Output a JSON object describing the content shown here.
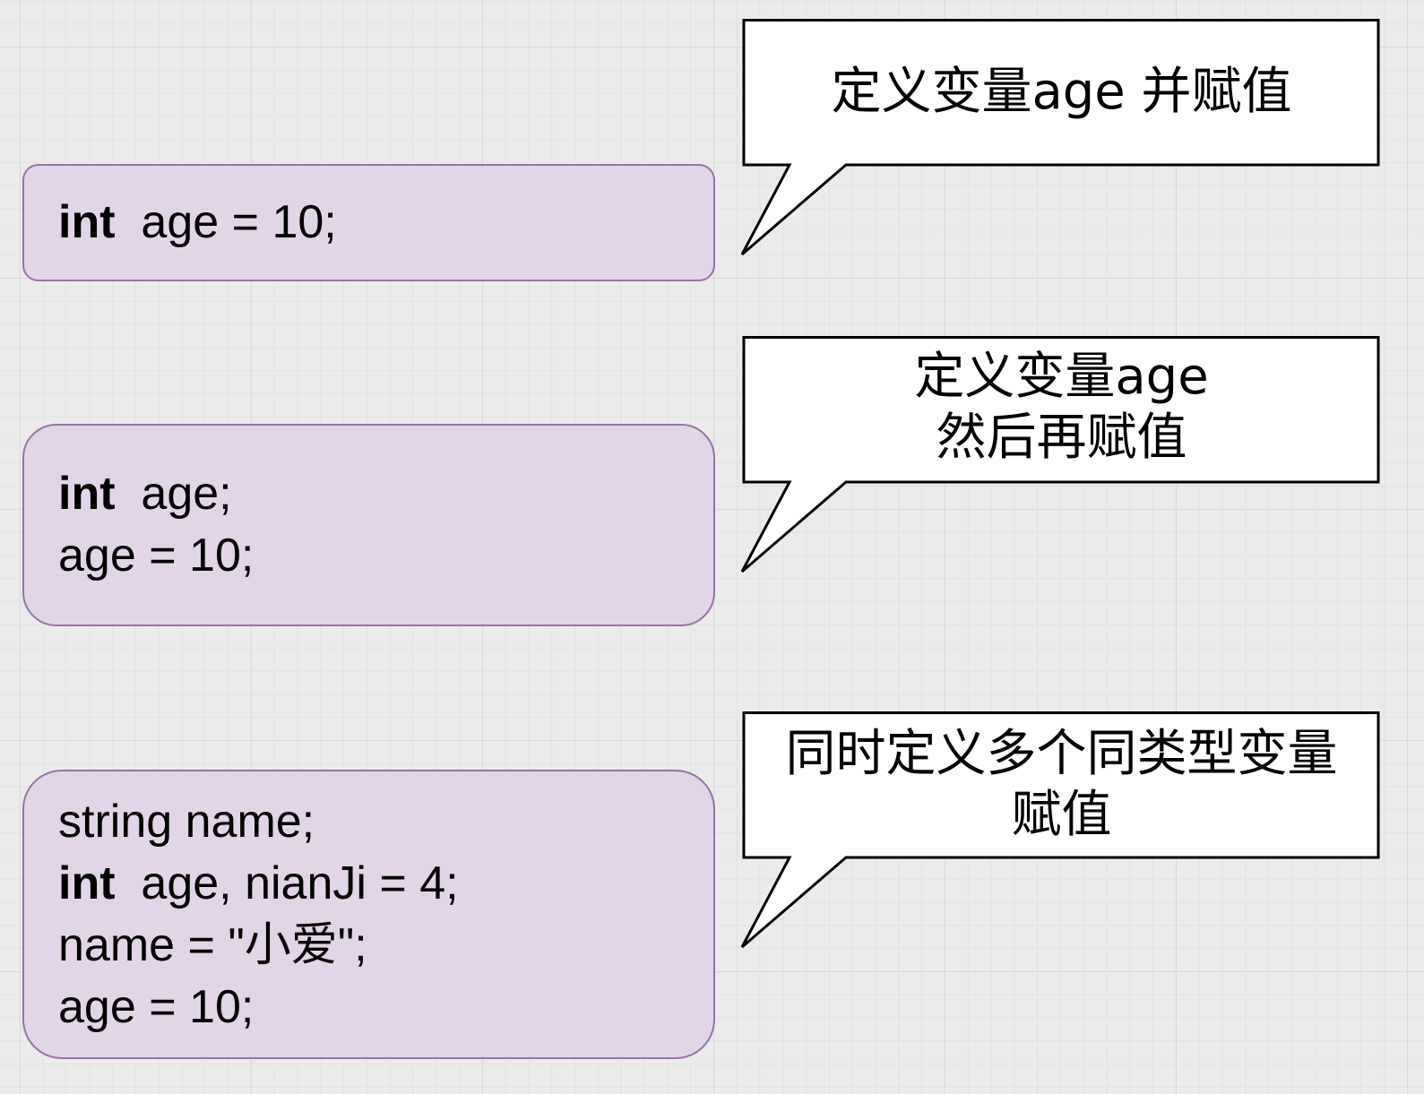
{
  "code_blocks": [
    {
      "lines": [
        {
          "keyword": "int",
          "text": "  age = 10;"
        }
      ]
    },
    {
      "lines": [
        {
          "keyword": "int",
          "text": "  age;"
        },
        {
          "keyword": "",
          "text": "age = 10;"
        }
      ]
    },
    {
      "lines": [
        {
          "keyword": "",
          "text": "string name;"
        },
        {
          "keyword": "int",
          "text": "  age, nianJi = 4;"
        },
        {
          "keyword": "",
          "text": "name = \"小爱\";"
        },
        {
          "keyword": "",
          "text": "age = 10;"
        }
      ]
    }
  ],
  "callouts": [
    {
      "lines": [
        "定义变量age 并赋值"
      ]
    },
    {
      "lines": [
        "定义变量age",
        "然后再赋值"
      ]
    },
    {
      "lines": [
        "同时定义多个同类型变量",
        "赋值"
      ]
    }
  ],
  "colors": {
    "code_box_fill": "#e1d5e7",
    "code_box_border": "#9673a6",
    "callout_fill": "#ffffff",
    "callout_border": "#000000"
  }
}
